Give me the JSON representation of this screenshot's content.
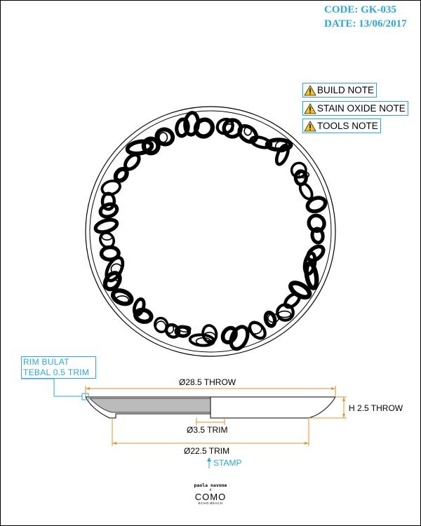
{
  "header": {
    "code": "CODE: GK-035",
    "date": "DATE: 13/06/2017"
  },
  "notes": [
    {
      "label": "BUILD NOTE",
      "icon": "warning-icon"
    },
    {
      "label": "STAIN OXIDE NOTE",
      "icon": "warning-icon"
    },
    {
      "label": "TOOLS NOTE",
      "icon": "warning-icon"
    }
  ],
  "profile": {
    "rim_note_line1": "RIM BULAT",
    "rim_note_line2": "TEBAL 0.5 TRIM",
    "dim_top": "Ø28.5 THROW",
    "dim_height": "H 2.5 THROW",
    "dim_foot": "Ø3.5 TRIM",
    "dim_base": "Ø22.5 TRIM",
    "stamp": "STAMP"
  },
  "logo": {
    "line1": "paola navone",
    "line2": "x",
    "line3": "COMO",
    "line4": "ECHO BEACH"
  },
  "colors": {
    "accent": "#2aa6d8",
    "dimension": "#e3922b",
    "ink": "#000000"
  }
}
